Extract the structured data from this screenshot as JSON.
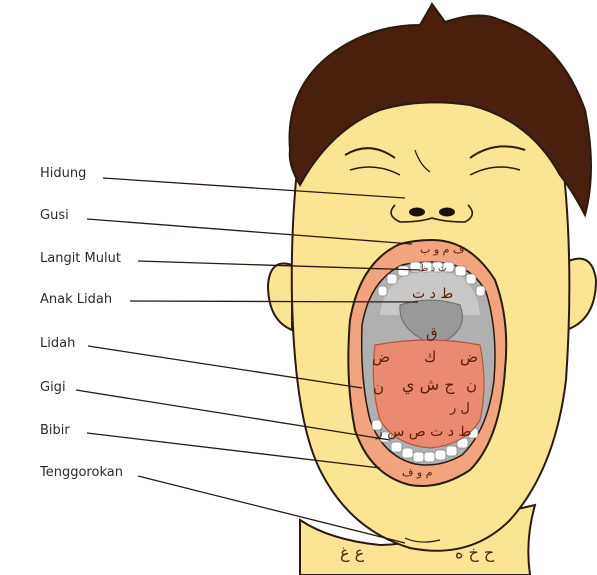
{
  "labels": {
    "hidung": "Hidung",
    "gusi": "Gusi",
    "langit_mulut": "Langit Mulut",
    "anak_lidah": "Anak Lidah",
    "lidah": "Lidah",
    "gigi": "Gigi",
    "bibir": "Bibir",
    "tenggorokan": "Tenggorokan"
  },
  "arabic": {
    "upper_lip": "ف م و ب",
    "gum_letters": "ث ذ ظ",
    "palate_letters": "ط د ت",
    "uvula_letter": "ق",
    "tongue_top_left": "ض",
    "tongue_top_center": "ك",
    "tongue_top_right": "ض",
    "tongue_middle": "ج ش ي",
    "tongue_left_side": "ن",
    "tongue_right_side": "ن",
    "tongue_right_lower": "ل ر",
    "tongue_bottom": "ط د ت ص س ز",
    "lower_lip": "م و ف",
    "throat_left": "ع غ",
    "throat_right": "ح خ ه"
  },
  "colors": {
    "skin": "#fbe494",
    "skin_shade": "#f3d580",
    "hair": "#4a1f0e",
    "lips": "#f1a47d",
    "mouth_interior": "#b0b0b0",
    "tongue": "#ea8a70",
    "teeth": "#ffffff",
    "outline": "#2a1a10"
  }
}
